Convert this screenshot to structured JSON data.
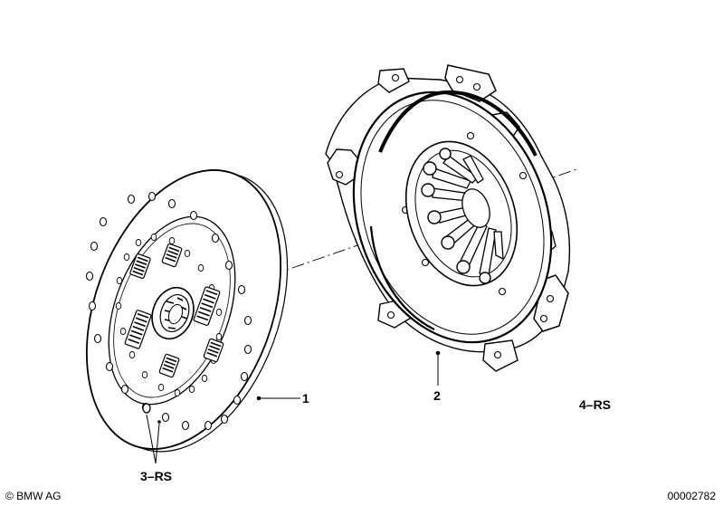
{
  "callouts": {
    "part1": "1",
    "part2": "2",
    "part3": "3–RS",
    "part4": "4–RS"
  },
  "footer": {
    "copyright": "© BMW AG",
    "diagram_number": "00002782"
  },
  "colors": {
    "line": "#000000",
    "background": "#ffffff"
  }
}
